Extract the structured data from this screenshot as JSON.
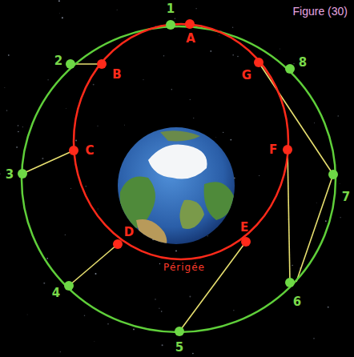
{
  "diagram": {
    "title": "Figure (30)",
    "labels": [
      "Périgée",
      "A",
      "B",
      "C",
      "D",
      "E",
      "F",
      "G",
      "1",
      "2",
      "3",
      "4",
      "5",
      "6",
      "7",
      "8"
    ]
  }
}
